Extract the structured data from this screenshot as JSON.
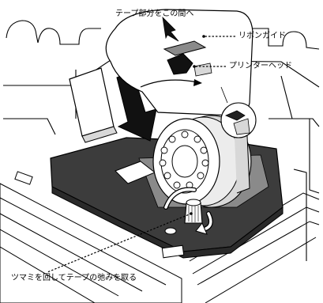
{
  "callouts": {
    "tape_between": "テープ部分をこの間へ",
    "ribbon_guide": "リボンガイド",
    "printer_head": "プリンターヘッド",
    "turn_knob": "ツマミを回してテープの弛みを取る"
  },
  "colors": {
    "line": "#000000",
    "fill": "#ffffff",
    "dark": "#3c3c3c",
    "mid": "#8a8a8a",
    "light": "#d8d8d8"
  }
}
